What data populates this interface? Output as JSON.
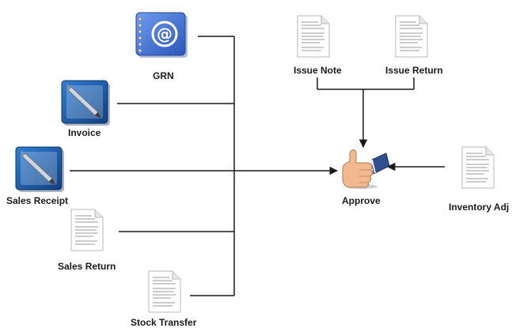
{
  "nodes": {
    "grn": {
      "label": "GRN",
      "icon": "address-book-icon"
    },
    "invoice": {
      "label": "Invoice",
      "icon": "pen-tablet-icon"
    },
    "sales_receipt": {
      "label": "Sales Receipt",
      "icon": "pen-tablet-icon"
    },
    "sales_return": {
      "label": "Sales Return",
      "icon": "document-icon"
    },
    "stock_transfer": {
      "label": "Stock Transfer",
      "icon": "document-icon"
    },
    "issue_note": {
      "label": "Issue Note",
      "icon": "document-icon"
    },
    "issue_return": {
      "label": "Issue Return",
      "icon": "document-icon"
    },
    "inventory_adj": {
      "label": "Inventory Adj",
      "icon": "document-icon"
    },
    "approve": {
      "label": "Approve",
      "icon": "thumbs-up-icon"
    }
  },
  "colors": {
    "line": "#1a1a1a",
    "book_blue": "#3d6fd6",
    "tablet_blue": "#1d5aa6",
    "skin": "#f2b88f",
    "cuff": "#2f4f8f"
  }
}
